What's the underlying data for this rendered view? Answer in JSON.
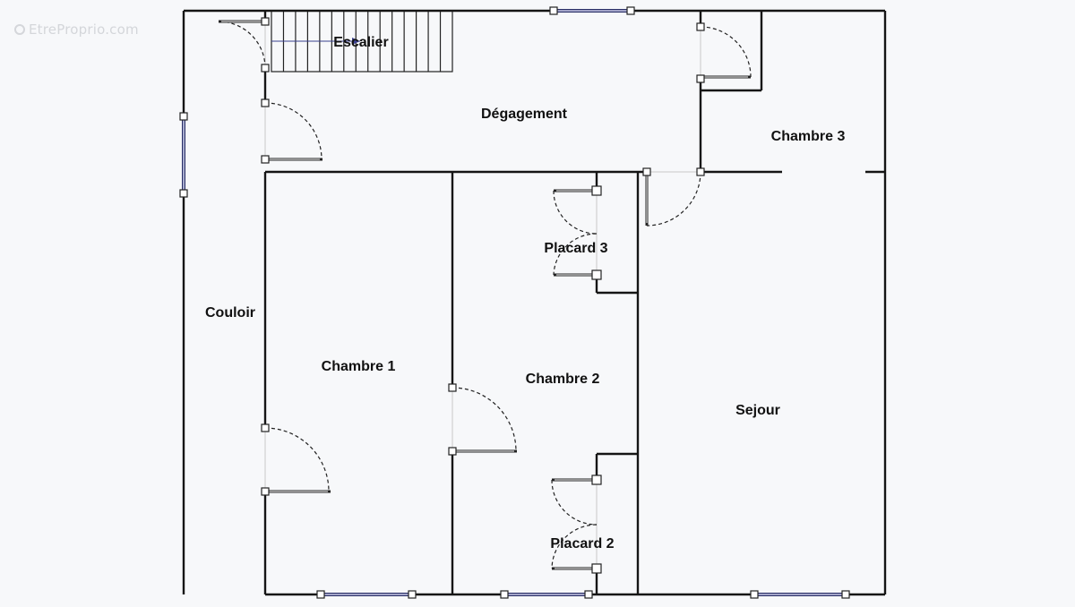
{
  "watermark": {
    "text": "EtreProprio.com",
    "icon": "copyright-icon"
  },
  "rooms": {
    "escalier": "Escalier",
    "degagement": "Dégagement",
    "chambre3": "Chambre 3",
    "placard3": "Placard 3",
    "couloir": "Couloir",
    "chambre1": "Chambre 1",
    "chambre2": "Chambre 2",
    "sejour": "Sejour",
    "placard2": "Placard 2"
  },
  "colors": {
    "wall": "#151515",
    "window": "#2a2f66",
    "background": "#f7f8fa"
  }
}
